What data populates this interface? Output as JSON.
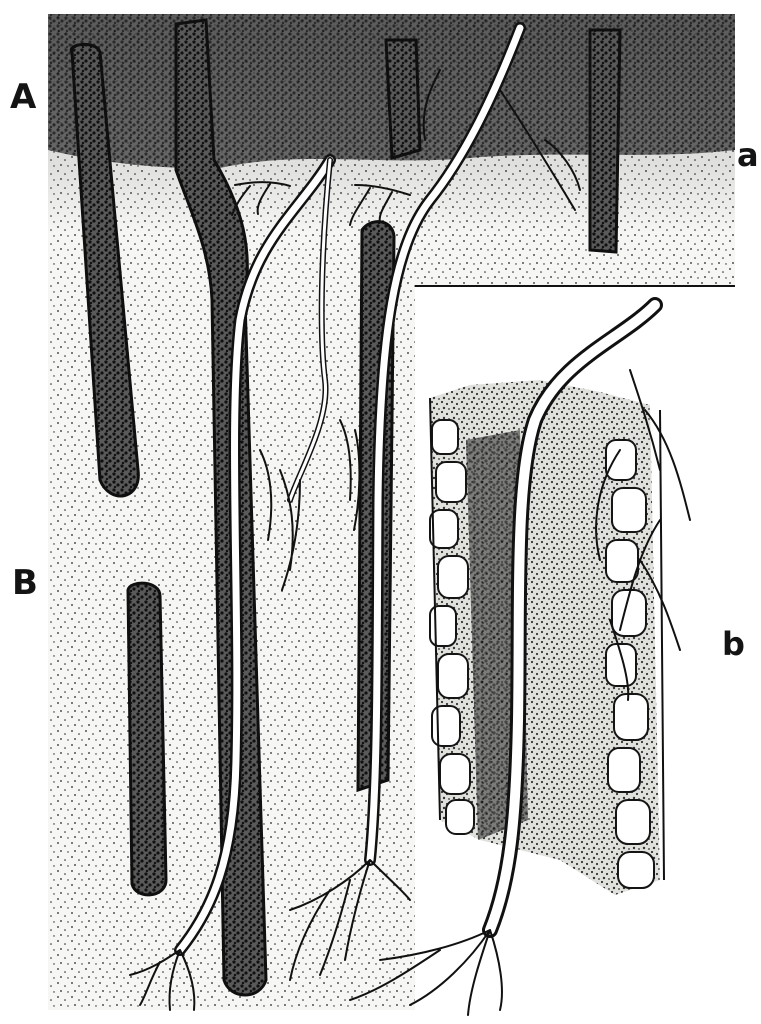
{
  "labels": {
    "upper_horizon": "A",
    "lower_horizon": "B",
    "detail_top": "a",
    "detail_bottom": "b"
  },
  "colors": {
    "paper": "#ffffff",
    "ink": "#141414",
    "soil_light": "#f1f1ef",
    "soil_dark": "#3a3a3a"
  }
}
